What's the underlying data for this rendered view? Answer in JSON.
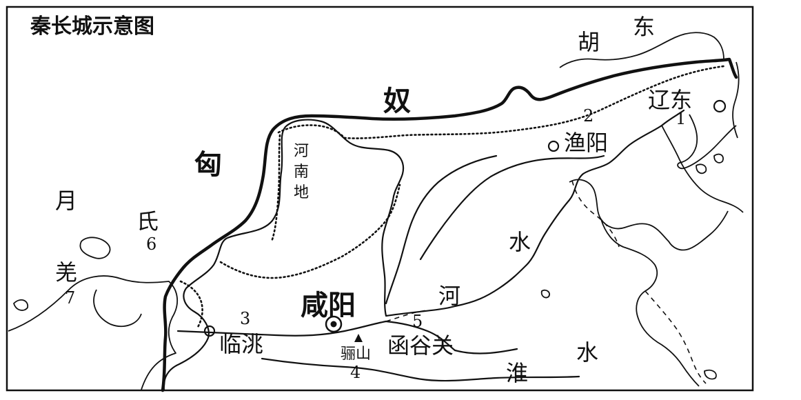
{
  "map": {
    "title": "秦长城示意图",
    "regions": {
      "donghu_1": "胡",
      "donghu_2": "东",
      "xiongnu_1": "奴",
      "xiongnu_2": "匈",
      "yuezhi_1": "月",
      "yuezhi_2": "氏",
      "qiang": "羌",
      "henan_1": "河",
      "henan_2": "南",
      "henan_3": "地"
    },
    "places": {
      "xianyang": "咸阳",
      "liaodong": "辽东",
      "yuyang": "渔阳",
      "lintao": "临洮",
      "hanguguan": "函谷关",
      "lishan": "骊山"
    },
    "rivers": {
      "he_1": "河",
      "he_2": "水",
      "huai_1": "淮",
      "huai_2": "水"
    },
    "markers": {
      "n1": "1",
      "n2": "2",
      "n3": "3",
      "n4": "4",
      "n5": "5",
      "n6": "6",
      "n7": "7"
    }
  }
}
